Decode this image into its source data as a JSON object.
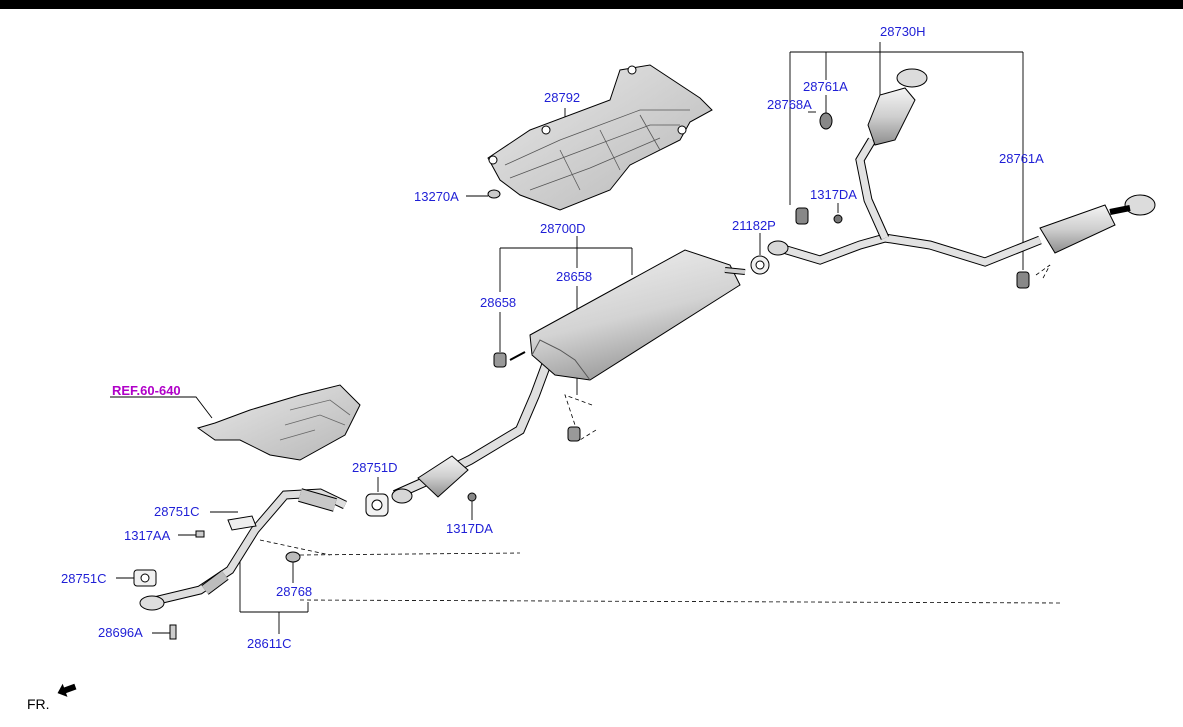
{
  "labels": {
    "p28730H": "28730H",
    "p28761A_top": "28761A",
    "p28768A": "28768A",
    "p28761A_right": "28761A",
    "p1317DA_top": "1317DA",
    "p21182P": "21182P",
    "p28792": "28792",
    "p13270A": "13270A",
    "p28700D": "28700D",
    "p28658_left": "28658",
    "p28658_mid": "28658",
    "ref": "REF.60-640",
    "p28751D": "28751D",
    "p1317DA_bottom": "1317DA",
    "p28751C_top": "28751C",
    "p1317AA": "1317AA",
    "p28751C_left": "28751C",
    "p28768": "28768",
    "p28696A": "28696A",
    "p28611C": "28611C",
    "fr": "FR."
  },
  "colors": {
    "label": "#1f1fd6",
    "reference": "#b000c8",
    "line": "#000000"
  }
}
